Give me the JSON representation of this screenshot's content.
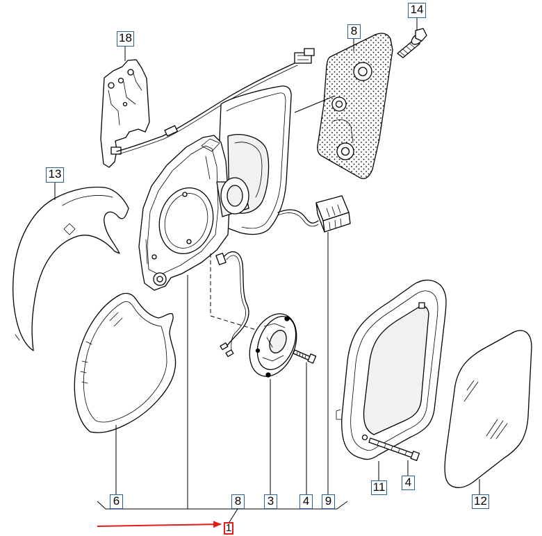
{
  "callouts": {
    "c14": "14",
    "c8_top": "8",
    "c18": "18",
    "c13": "13",
    "c6": "6",
    "c8_bottom": "8",
    "c3": "3",
    "c4_bottom": "4",
    "c9": "9",
    "c11": "11",
    "c4_right": "4",
    "c12": "12",
    "c1": "1"
  },
  "colors": {
    "line": "#000000",
    "callout_border": "#2b5d9b",
    "highlight": "#e31b1b"
  }
}
